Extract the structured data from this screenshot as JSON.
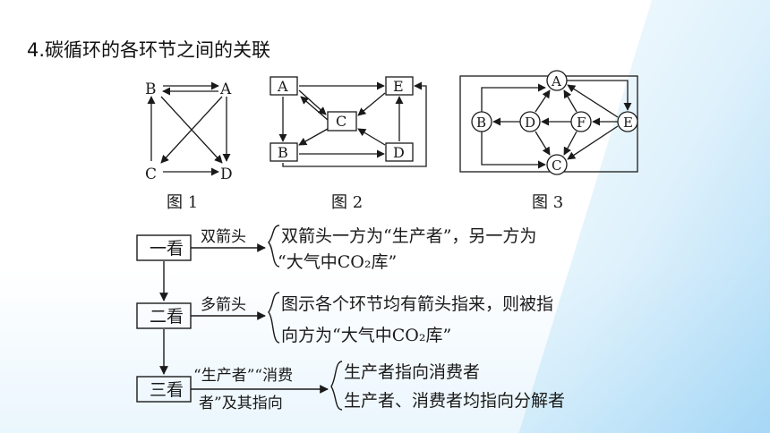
{
  "title": "4.碳循环的各环节之间的关联",
  "fig1": {
    "caption": "图 1",
    "nodes": {
      "A": "A",
      "B": "B",
      "C": "C",
      "D": "D"
    }
  },
  "fig2": {
    "caption": "图 2",
    "nodes": {
      "A": "A",
      "B": "B",
      "C": "C",
      "D": "D",
      "E": "E"
    }
  },
  "fig3": {
    "caption": "图 3",
    "nodes": {
      "A": "A",
      "B": "B",
      "C": "C",
      "D": "D",
      "E": "E",
      "F": "F"
    }
  },
  "rules": [
    {
      "box": "一看",
      "condition": [
        "双箭头"
      ],
      "result": [
        "双箭头一方为“生产者”，另一方为",
        "“大气中CO₂库”"
      ]
    },
    {
      "box": "二看",
      "condition": [
        "多箭头"
      ],
      "result": [
        "图示各个环节均有箭头指来，则被指",
        "向方为“大气中CO₂库”"
      ]
    },
    {
      "box": "三看",
      "condition": [
        "“生产者”“消费",
        "者”及其指向"
      ],
      "result": [
        "生产者指向消费者",
        "生产者、消费者均指向分解者"
      ]
    }
  ]
}
